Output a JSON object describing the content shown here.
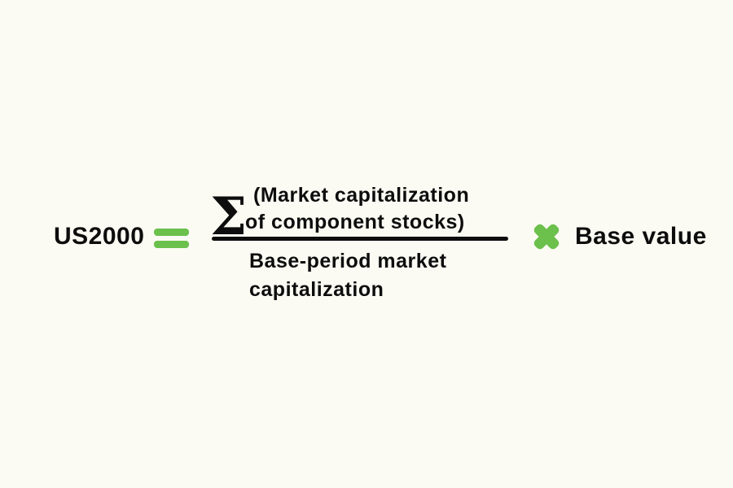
{
  "colors": {
    "background": "#FBFBF3",
    "accent_green": "#6CC04C",
    "text": "#0D0D0D"
  },
  "formula": {
    "index_name": "US2000",
    "equals_operator": "equals",
    "sigma_symbol": "Σ",
    "numerator_line1": "(Market capitalization",
    "numerator_line2": "of component stocks)",
    "denominator_line1": "Base-period market",
    "denominator_line2": "capitalization",
    "multiply_operator": "multiply",
    "multiplier_label": "Base value"
  }
}
